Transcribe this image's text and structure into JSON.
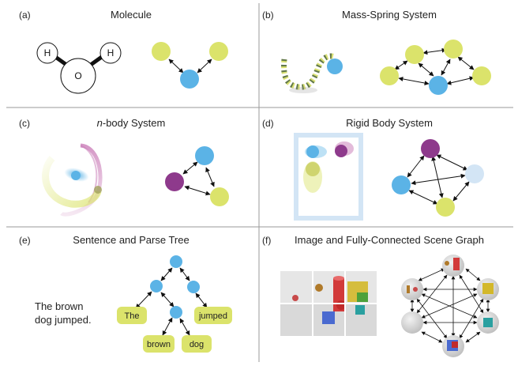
{
  "colors": {
    "blue": "#5bb3e6",
    "yellow": "#dbe36b",
    "purple": "#8e3a8c",
    "lightblue": "#d3e5f5",
    "divider": "#9a9a9a"
  },
  "panels": {
    "a": {
      "label": "(a)",
      "title": "Molecule",
      "atoms": {
        "o": "O",
        "h_left": "H",
        "h_right": "H"
      }
    },
    "b": {
      "label": "(b)",
      "title": "Mass-Spring System"
    },
    "c": {
      "label": "(c)",
      "title_italic": "n",
      "title_rest": "-body System"
    },
    "d": {
      "label": "(d)",
      "title": "Rigid Body System"
    },
    "e": {
      "label": "(e)",
      "title": "Sentence and Parse Tree",
      "sentence": [
        "The brown",
        "dog jumped."
      ],
      "words": [
        "The",
        "jumped",
        "brown",
        "dog"
      ]
    },
    "f": {
      "label": "(f)",
      "title": "Image and Fully-Connected Scene Graph"
    }
  }
}
